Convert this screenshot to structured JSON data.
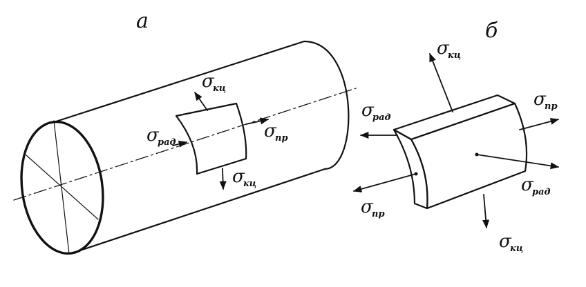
{
  "panels": {
    "a": {
      "label": "а"
    },
    "b": {
      "label": "б"
    }
  },
  "stress": {
    "symbol": "σ",
    "hoop": "кц",
    "axial": "пр",
    "radial": "рад"
  },
  "colors": {
    "ink": "#111111",
    "background": "#ffffff"
  }
}
